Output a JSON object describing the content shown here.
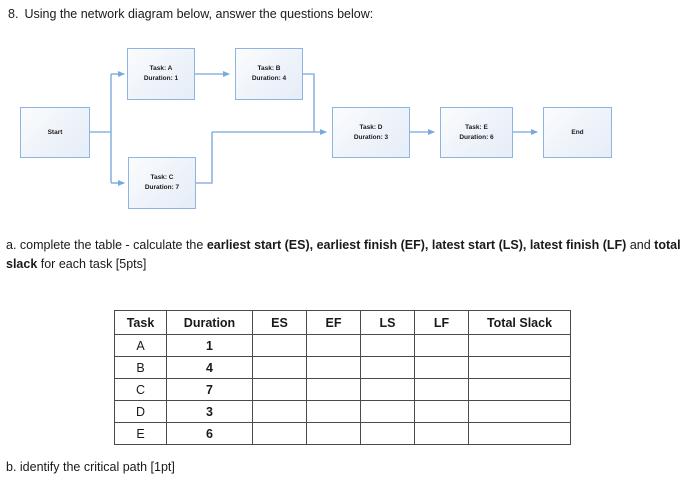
{
  "question": {
    "number": "8.",
    "prompt": "Using the network diagram below, answer the questions below:"
  },
  "diagram": {
    "nodes": [
      {
        "id": "start",
        "title": "Start",
        "subtitle": ""
      },
      {
        "id": "a",
        "title": "Task: A",
        "subtitle": "Duration: 1"
      },
      {
        "id": "b",
        "title": "Task: B",
        "subtitle": "Duration: 4"
      },
      {
        "id": "c",
        "title": "Task: C",
        "subtitle": "Duration: 7"
      },
      {
        "id": "d",
        "title": "Task: D",
        "subtitle": "Duration: 3"
      },
      {
        "id": "e",
        "title": "Task: E",
        "subtitle": "Duration: 6"
      },
      {
        "id": "end",
        "title": "End",
        "subtitle": ""
      }
    ],
    "connector_color": "#8db4e2",
    "node_border_color": "#8db4e2"
  },
  "part_a": {
    "prefix": "a. complete the table - calculate the ",
    "b1": "earliest start (ES), earliest finish (EF), latest start (LS), latest finish (LF)",
    "mid": " and ",
    "b2": "total slack",
    "suffix": " for each task [5pts]"
  },
  "table": {
    "headers": [
      "Task",
      "Duration",
      "ES",
      "EF",
      "LS",
      "LF",
      "Total Slack"
    ],
    "rows": [
      {
        "task": "A",
        "duration": "1",
        "es": "",
        "ef": "",
        "ls": "",
        "lf": "",
        "slack": ""
      },
      {
        "task": "B",
        "duration": "4",
        "es": "",
        "ef": "",
        "ls": "",
        "lf": "",
        "slack": ""
      },
      {
        "task": "C",
        "duration": "7",
        "es": "",
        "ef": "",
        "ls": "",
        "lf": "",
        "slack": ""
      },
      {
        "task": "D",
        "duration": "3",
        "es": "",
        "ef": "",
        "ls": "",
        "lf": "",
        "slack": ""
      },
      {
        "task": "E",
        "duration": "6",
        "es": "",
        "ef": "",
        "ls": "",
        "lf": "",
        "slack": ""
      }
    ]
  },
  "part_b": {
    "text": "b. identify the critical path [1pt]"
  }
}
